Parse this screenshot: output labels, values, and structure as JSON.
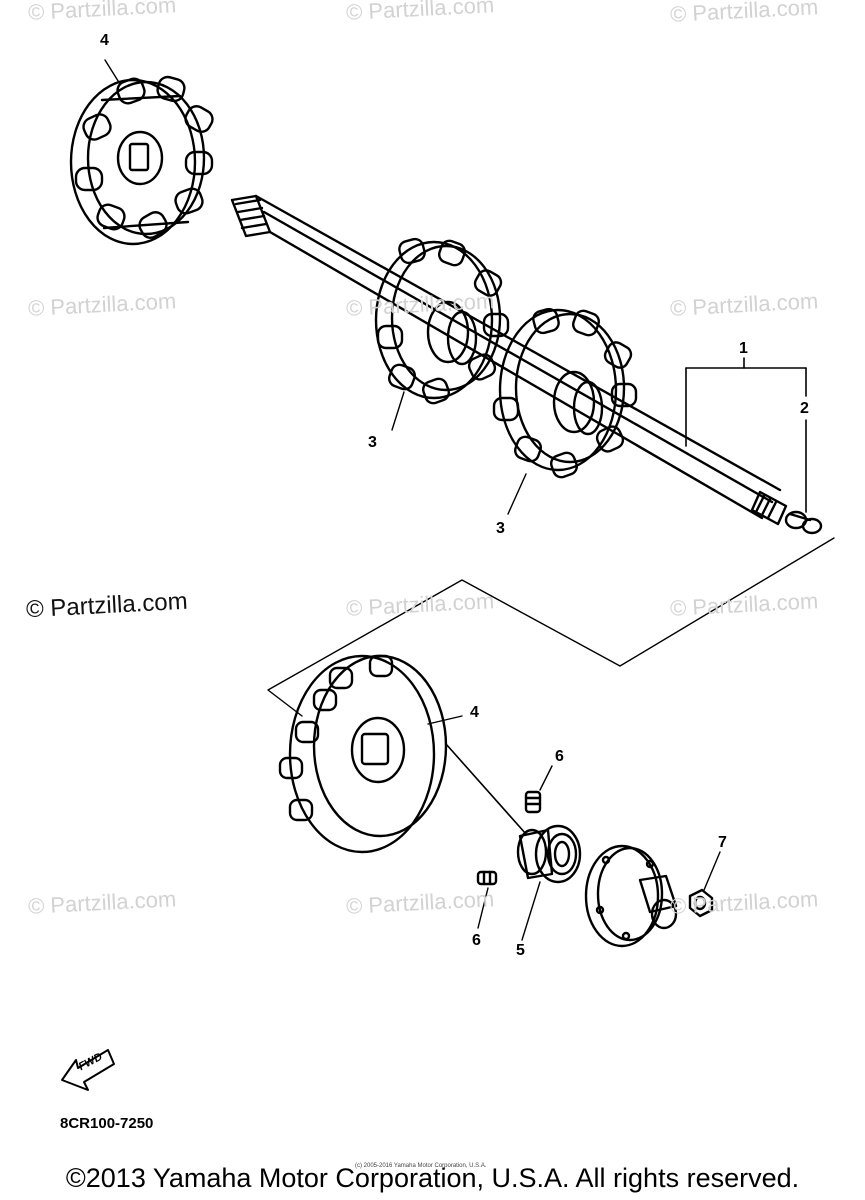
{
  "watermark": {
    "text": "© Partzilla.com",
    "primary_text": "© Partzilla.com"
  },
  "callouts": [
    {
      "id": "c1",
      "label": "1"
    },
    {
      "id": "c2",
      "label": "2"
    },
    {
      "id": "c3a",
      "label": "3"
    },
    {
      "id": "c3b",
      "label": "3"
    },
    {
      "id": "c4a",
      "label": "4"
    },
    {
      "id": "c4b",
      "label": "4"
    },
    {
      "id": "c5",
      "label": "5"
    },
    {
      "id": "c6a",
      "label": "6"
    },
    {
      "id": "c6b",
      "label": "6"
    },
    {
      "id": "c7",
      "label": "7"
    }
  ],
  "fwd_label": "FWD",
  "diagram_code": "8CR100-7250",
  "fine_print": "(c) 2005-2016 Yamaha Motor Corporation, U.S.A.",
  "copyright": "©2013 Yamaha Motor Corporation, U.S.A. All rights reserved."
}
